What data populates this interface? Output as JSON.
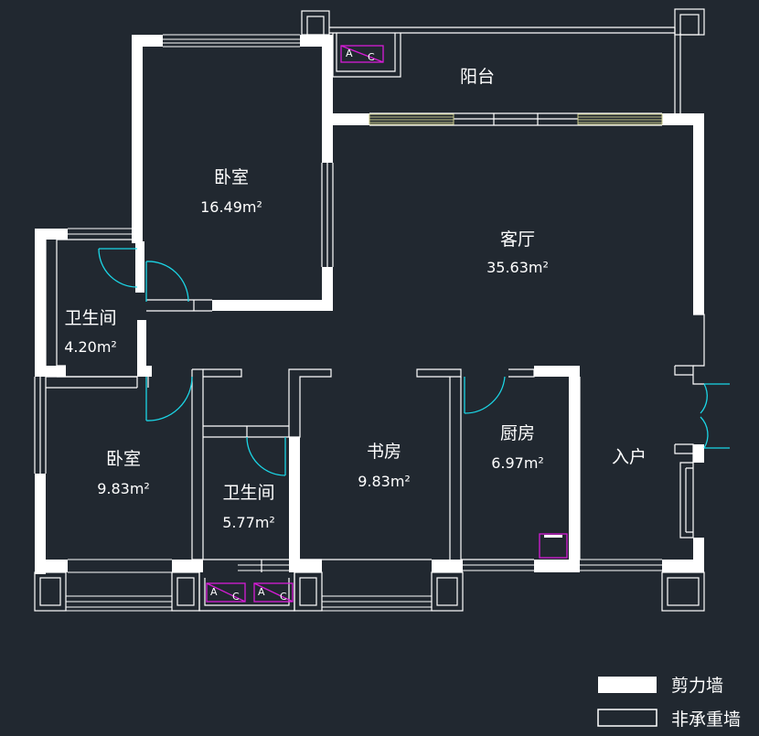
{
  "rooms": {
    "bedroom_master": {
      "name": "卧室",
      "area": "16.49m²"
    },
    "living_room": {
      "name": "客厅",
      "area": "35.63m²"
    },
    "balcony": {
      "name": "阳台"
    },
    "bathroom_left": {
      "name": "卫生间",
      "area": "4.20m²"
    },
    "bedroom_small": {
      "name": "卧室",
      "area": "9.83m²"
    },
    "bathroom_mid": {
      "name": "卫生间",
      "area": "5.77m²"
    },
    "study": {
      "name": "书房",
      "area": "9.83m²"
    },
    "kitchen": {
      "name": "厨房",
      "area": "6.97m²"
    },
    "entrance": {
      "name": "入户"
    }
  },
  "ac_units": [
    {
      "left": "A",
      "right": "C"
    },
    {
      "left": "A",
      "right": "C"
    },
    {
      "left": "A",
      "right": "C"
    }
  ],
  "legend": {
    "shear_wall": "剪力墙",
    "non_load_wall": "非承重墙"
  },
  "colors": {
    "background": "#212830",
    "shear_wall": "#ffffff",
    "door_swing": "#1bd6e6",
    "ac_marker": "#d61cd6",
    "sliding_door": "#c8c88a"
  }
}
